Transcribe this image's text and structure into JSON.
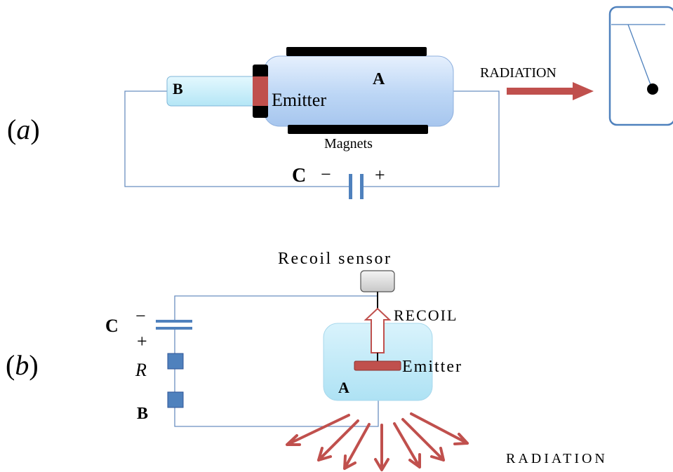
{
  "panel_a": {
    "label": "(a)",
    "label_letter": "a",
    "block_b_label": "B",
    "chamber_label": "A",
    "emitter_label": "Emitter",
    "magnets_label": "Magnets",
    "capacitor_label": "C",
    "capacitor_minus": "−",
    "capacitor_plus": "+",
    "radiation_label": "RADIATION"
  },
  "panel_b": {
    "label": "(b)",
    "label_letter": "b",
    "sensor_label": "Recoil sensor",
    "recoil_label": "RECOIL",
    "emitter_label": "Emitter",
    "chamber_label": "A",
    "capacitor_label": "C",
    "capacitor_minus": "−",
    "capacitor_plus": "+",
    "resistor_label": "R",
    "block_b_label": "B",
    "radiation_label": "RADIATION"
  },
  "colors": {
    "wire": "#6b8fc0",
    "chamber_fill": "#bcd6f5",
    "block_fill": "#c8eefa",
    "emitter": "#c0504d",
    "arrow": "#c0504d",
    "magnet": "#000000",
    "component": "#4f81bd"
  }
}
